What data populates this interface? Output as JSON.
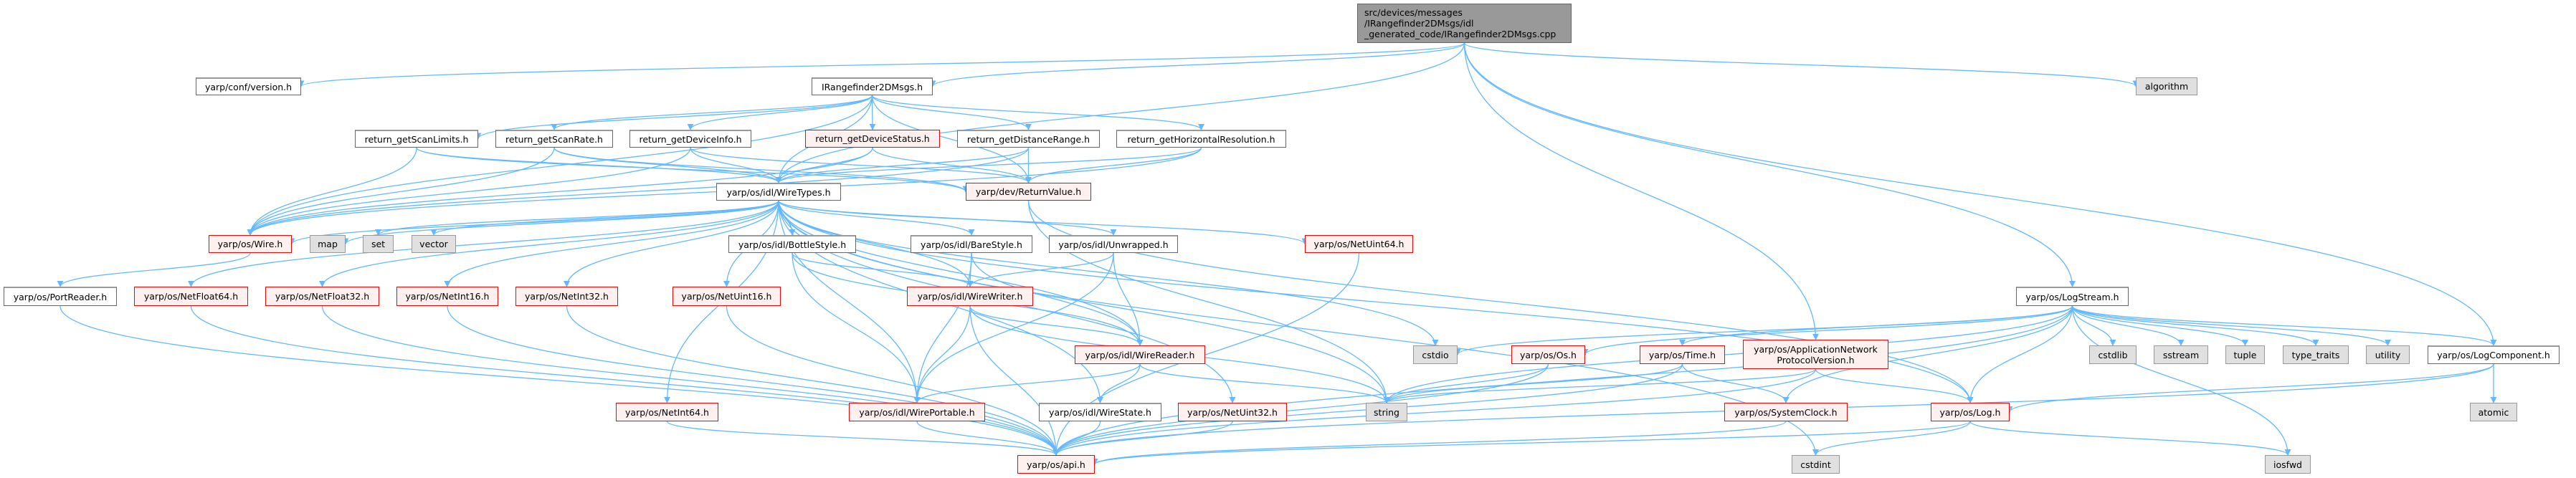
{
  "title": "src/devices/messages/IRangefinder2DMsgs/idl_generated_code/IRangefinder2DMsgs.cpp include dependency graph",
  "colors": {
    "edge": "#63B8FF",
    "root_fill": "#999999",
    "red_border": "#FF0000",
    "red_fill": "#FFF0F0",
    "system_fill": "#E0E0E0"
  },
  "nodes": [
    {
      "id": "root",
      "label": "src/devices/messages\n/IRangefinder2DMsgs/idl\n_generated_code/IRangefinder2DMsgs.cpp",
      "kind": "root"
    },
    {
      "id": "version",
      "label": "yarp/conf/version.h",
      "kind": "normal"
    },
    {
      "id": "irf",
      "label": "IRangefinder2DMsgs.h",
      "kind": "normal"
    },
    {
      "id": "algorithm",
      "label": "algorithm",
      "kind": "system"
    },
    {
      "id": "scanlimits",
      "label": "return_getScanLimits.h",
      "kind": "normal"
    },
    {
      "id": "scanrate",
      "label": "return_getScanRate.h",
      "kind": "normal"
    },
    {
      "id": "deviceinfo",
      "label": "return_getDeviceInfo.h",
      "kind": "normal"
    },
    {
      "id": "devicestatus",
      "label": "return_getDeviceStatus.h",
      "kind": "red"
    },
    {
      "id": "distancerange",
      "label": "return_getDistanceRange.h",
      "kind": "normal"
    },
    {
      "id": "horizres",
      "label": "return_getHorizontalResolution.h",
      "kind": "normal"
    },
    {
      "id": "wiretypes",
      "label": "yarp/os/idl/WireTypes.h",
      "kind": "normal"
    },
    {
      "id": "returnvalue",
      "label": "yarp/dev/ReturnValue.h",
      "kind": "red"
    },
    {
      "id": "wire",
      "label": "yarp/os/Wire.h",
      "kind": "red"
    },
    {
      "id": "map",
      "label": "map",
      "kind": "system"
    },
    {
      "id": "set",
      "label": "set",
      "kind": "system"
    },
    {
      "id": "vector",
      "label": "vector",
      "kind": "system"
    },
    {
      "id": "bottlestyle",
      "label": "yarp/os/idl/BottleStyle.h",
      "kind": "normal"
    },
    {
      "id": "barestyle",
      "label": "yarp/os/idl/BareStyle.h",
      "kind": "normal"
    },
    {
      "id": "unwrapped",
      "label": "yarp/os/idl/Unwrapped.h",
      "kind": "normal"
    },
    {
      "id": "netuint64",
      "label": "yarp/os/NetUint64.h",
      "kind": "red"
    },
    {
      "id": "logstream",
      "label": "yarp/os/LogStream.h",
      "kind": "normal"
    },
    {
      "id": "portreader",
      "label": "yarp/os/PortReader.h",
      "kind": "normal"
    },
    {
      "id": "netfloat64",
      "label": "yarp/os/NetFloat64.h",
      "kind": "red"
    },
    {
      "id": "netfloat32",
      "label": "yarp/os/NetFloat32.h",
      "kind": "red"
    },
    {
      "id": "netint16",
      "label": "yarp/os/NetInt16.h",
      "kind": "red"
    },
    {
      "id": "netint32",
      "label": "yarp/os/NetInt32.h",
      "kind": "red"
    },
    {
      "id": "netuint16",
      "label": "yarp/os/NetUint16.h",
      "kind": "red"
    },
    {
      "id": "wirewriter",
      "label": "yarp/os/idl/WireWriter.h",
      "kind": "red"
    },
    {
      "id": "wirereader",
      "label": "yarp/os/idl/WireReader.h",
      "kind": "red"
    },
    {
      "id": "cstdio",
      "label": "cstdio",
      "kind": "system"
    },
    {
      "id": "os",
      "label": "yarp/os/Os.h",
      "kind": "red"
    },
    {
      "id": "time",
      "label": "yarp/os/Time.h",
      "kind": "red"
    },
    {
      "id": "appnet",
      "label": "yarp/os/ApplicationNetwork\nProtocolVersion.h",
      "kind": "red"
    },
    {
      "id": "cstdlib",
      "label": "cstdlib",
      "kind": "system"
    },
    {
      "id": "sstream",
      "label": "sstream",
      "kind": "system"
    },
    {
      "id": "tuple",
      "label": "tuple",
      "kind": "system"
    },
    {
      "id": "type_traits",
      "label": "type_traits",
      "kind": "system"
    },
    {
      "id": "utility",
      "label": "utility",
      "kind": "system"
    },
    {
      "id": "logcomponent",
      "label": "yarp/os/LogComponent.h",
      "kind": "normal"
    },
    {
      "id": "netint64",
      "label": "yarp/os/NetInt64.h",
      "kind": "red"
    },
    {
      "id": "wireportable",
      "label": "yarp/os/idl/WirePortable.h",
      "kind": "red"
    },
    {
      "id": "wirestate",
      "label": "yarp/os/idl/WireState.h",
      "kind": "normal"
    },
    {
      "id": "netuint32",
      "label": "yarp/os/NetUint32.h",
      "kind": "red"
    },
    {
      "id": "string",
      "label": "string",
      "kind": "system"
    },
    {
      "id": "systemclock",
      "label": "yarp/os/SystemClock.h",
      "kind": "red"
    },
    {
      "id": "log",
      "label": "yarp/os/Log.h",
      "kind": "red"
    },
    {
      "id": "atomic",
      "label": "atomic",
      "kind": "system"
    },
    {
      "id": "api",
      "label": "yarp/os/api.h",
      "kind": "red"
    },
    {
      "id": "cstdint",
      "label": "cstdint",
      "kind": "system"
    },
    {
      "id": "iosfwd",
      "label": "iosfwd",
      "kind": "system"
    }
  ],
  "edges": [
    [
      "root",
      "version"
    ],
    [
      "root",
      "irf"
    ],
    [
      "root",
      "algorithm"
    ],
    [
      "root",
      "wiretypes"
    ],
    [
      "root",
      "logstream"
    ],
    [
      "root",
      "logcomponent"
    ],
    [
      "root",
      "appnet"
    ],
    [
      "irf",
      "scanlimits"
    ],
    [
      "irf",
      "scanrate"
    ],
    [
      "irf",
      "deviceinfo"
    ],
    [
      "irf",
      "devicestatus"
    ],
    [
      "irf",
      "distancerange"
    ],
    [
      "irf",
      "horizres"
    ],
    [
      "irf",
      "wiretypes"
    ],
    [
      "irf",
      "wire"
    ],
    [
      "irf",
      "returnvalue"
    ],
    [
      "scanlimits",
      "wiretypes"
    ],
    [
      "scanlimits",
      "wire"
    ],
    [
      "scanlimits",
      "returnvalue"
    ],
    [
      "scanrate",
      "wiretypes"
    ],
    [
      "scanrate",
      "wire"
    ],
    [
      "scanrate",
      "returnvalue"
    ],
    [
      "deviceinfo",
      "wiretypes"
    ],
    [
      "deviceinfo",
      "wire"
    ],
    [
      "deviceinfo",
      "returnvalue"
    ],
    [
      "devicestatus",
      "wiretypes"
    ],
    [
      "devicestatus",
      "wire"
    ],
    [
      "devicestatus",
      "returnvalue"
    ],
    [
      "distancerange",
      "wiretypes"
    ],
    [
      "distancerange",
      "wire"
    ],
    [
      "distancerange",
      "returnvalue"
    ],
    [
      "horizres",
      "wiretypes"
    ],
    [
      "horizres",
      "wire"
    ],
    [
      "horizres",
      "returnvalue"
    ],
    [
      "wiretypes",
      "wire"
    ],
    [
      "wiretypes",
      "map"
    ],
    [
      "wiretypes",
      "set"
    ],
    [
      "wiretypes",
      "vector"
    ],
    [
      "wiretypes",
      "bottlestyle"
    ],
    [
      "wiretypes",
      "barestyle"
    ],
    [
      "wiretypes",
      "unwrapped"
    ],
    [
      "wiretypes",
      "netuint64"
    ],
    [
      "wiretypes",
      "netfloat64"
    ],
    [
      "wiretypes",
      "netfloat32"
    ],
    [
      "wiretypes",
      "netint16"
    ],
    [
      "wiretypes",
      "netint32"
    ],
    [
      "wiretypes",
      "netuint16"
    ],
    [
      "wiretypes",
      "netint64"
    ],
    [
      "wiretypes",
      "wirewriter"
    ],
    [
      "wiretypes",
      "wirereader"
    ],
    [
      "wiretypes",
      "wireportable"
    ],
    [
      "wiretypes",
      "wirestate"
    ],
    [
      "wiretypes",
      "netuint32"
    ],
    [
      "wiretypes",
      "string"
    ],
    [
      "wiretypes",
      "cstdio"
    ],
    [
      "wiretypes",
      "cstdint"
    ],
    [
      "wiretypes",
      "log"
    ],
    [
      "returnvalue",
      "string"
    ],
    [
      "returnvalue",
      "log"
    ],
    [
      "wire",
      "portreader"
    ],
    [
      "portreader",
      "api"
    ],
    [
      "netfloat64",
      "api"
    ],
    [
      "netfloat32",
      "api"
    ],
    [
      "netint16",
      "api"
    ],
    [
      "netint32",
      "api"
    ],
    [
      "netuint16",
      "api"
    ],
    [
      "netint64",
      "api"
    ],
    [
      "netuint64",
      "api"
    ],
    [
      "netuint32",
      "api"
    ],
    [
      "bottlestyle",
      "wirewriter"
    ],
    [
      "bottlestyle",
      "wirereader"
    ],
    [
      "bottlestyle",
      "wireportable"
    ],
    [
      "barestyle",
      "wirewriter"
    ],
    [
      "barestyle",
      "wirereader"
    ],
    [
      "barestyle",
      "wireportable"
    ],
    [
      "unwrapped",
      "wirewriter"
    ],
    [
      "unwrapped",
      "wirereader"
    ],
    [
      "unwrapped",
      "wireportable"
    ],
    [
      "wirewriter",
      "wirereader"
    ],
    [
      "wirewriter",
      "wireportable"
    ],
    [
      "wirewriter",
      "api"
    ],
    [
      "wirewriter",
      "string"
    ],
    [
      "wirereader",
      "wireportable"
    ],
    [
      "wirereader",
      "wirestate"
    ],
    [
      "wirereader",
      "string"
    ],
    [
      "wirestate",
      "api"
    ],
    [
      "wireportable",
      "api"
    ],
    [
      "logstream",
      "cstdio"
    ],
    [
      "logstream",
      "string"
    ],
    [
      "logstream",
      "os"
    ],
    [
      "logstream",
      "time"
    ],
    [
      "logstream",
      "systemclock"
    ],
    [
      "logstream",
      "log"
    ],
    [
      "logstream",
      "cstdlib"
    ],
    [
      "logstream",
      "sstream"
    ],
    [
      "logstream",
      "tuple"
    ],
    [
      "logstream",
      "type_traits"
    ],
    [
      "logstream",
      "utility"
    ],
    [
      "logstream",
      "logcomponent"
    ],
    [
      "logstream",
      "iosfwd"
    ],
    [
      "logstream",
      "api"
    ],
    [
      "os",
      "string"
    ],
    [
      "os",
      "api"
    ],
    [
      "time",
      "string"
    ],
    [
      "time",
      "systemclock"
    ],
    [
      "time",
      "api"
    ],
    [
      "appnet",
      "api"
    ],
    [
      "appnet",
      "log"
    ],
    [
      "appnet",
      "string"
    ],
    [
      "systemclock",
      "api"
    ],
    [
      "log",
      "api"
    ],
    [
      "log",
      "cstdint"
    ],
    [
      "log",
      "iosfwd"
    ],
    [
      "logcomponent",
      "log"
    ],
    [
      "logcomponent",
      "atomic"
    ],
    [
      "logcomponent",
      "api"
    ]
  ]
}
